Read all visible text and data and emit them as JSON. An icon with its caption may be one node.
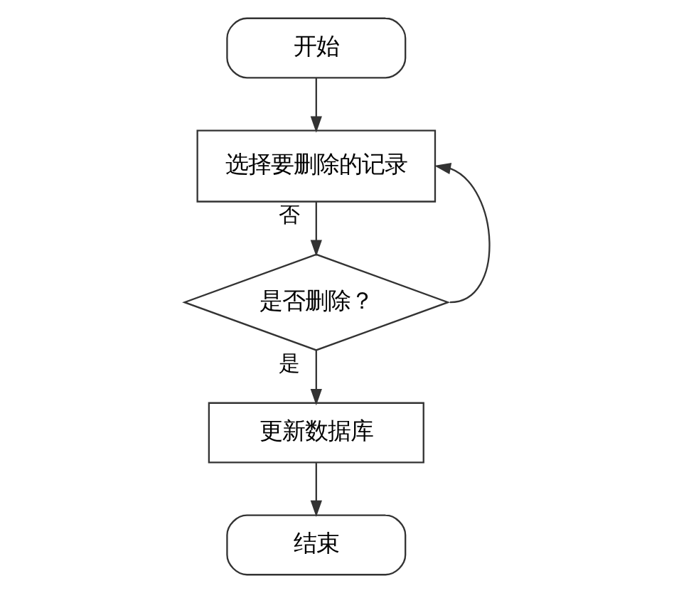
{
  "diagram": {
    "nodes": [
      {
        "text": [
          "开始"
        ]
      },
      {
        "text": [
          "选择要删除的记录"
        ]
      },
      {
        "text": [
          "是否删除？"
        ]
      },
      {
        "text": [
          "更新数据库"
        ]
      },
      {
        "text": [
          "结束"
        ]
      }
    ],
    "edges": [
      {
        "from": 0,
        "to": 1,
        "arrow": "to"
      },
      {
        "from": 1,
        "to": 2,
        "arrow": "to",
        "label": "否"
      },
      {
        "from": 2,
        "to": 1,
        "arrow": "to"
      },
      {
        "from": 2,
        "to": 3,
        "arrow": "to",
        "label": "是"
      },
      {
        "from": 3,
        "to": 4,
        "arrow": "to"
      }
    ]
  }
}
